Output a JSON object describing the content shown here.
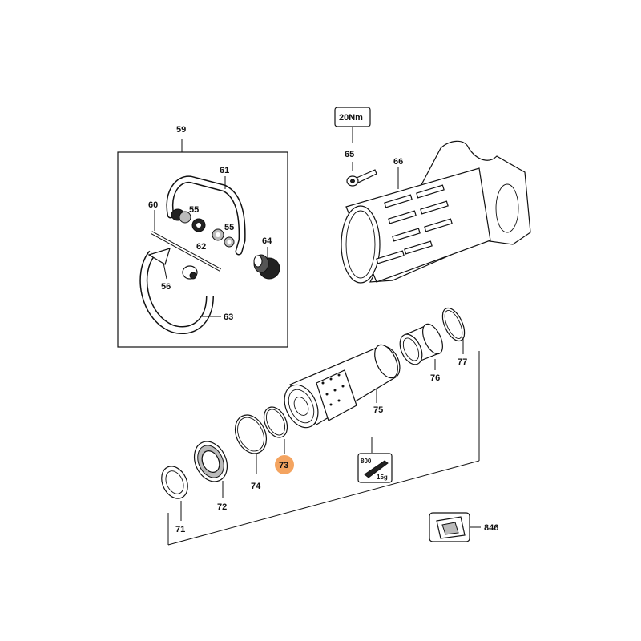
{
  "diagram": {
    "labels": {
      "p59": "59",
      "p61": "61",
      "p60": "60",
      "p55a": "55",
      "p55b": "55",
      "p62": "62",
      "p64": "64",
      "p56": "56",
      "p63": "63",
      "p65": "65",
      "p66": "66",
      "torque": "20Nm",
      "p77": "77",
      "p76": "76",
      "p75": "75",
      "p73": "73",
      "p74": "74",
      "p72": "72",
      "p71": "71",
      "p846": "846",
      "grease_top": "800",
      "grease_bottom": "15g"
    },
    "highlight_color": "#f4a460",
    "selected_part": "73"
  }
}
